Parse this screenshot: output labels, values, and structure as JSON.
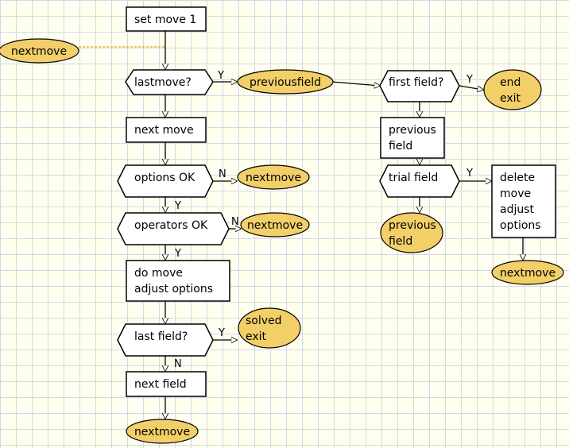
{
  "nodes": {
    "set_move_1": {
      "lines": [
        "set move 1"
      ]
    },
    "nextmove_entry": {
      "lines": [
        "nextmove"
      ]
    },
    "lastmove_q": {
      "lines": [
        "lastmove?"
      ]
    },
    "previousfield_1": {
      "lines": [
        "previousfield"
      ]
    },
    "first_field_q": {
      "lines": [
        "first field?"
      ]
    },
    "end_exit": {
      "lines": [
        "end",
        "exit"
      ]
    },
    "next_move": {
      "lines": [
        "next move"
      ]
    },
    "previous_field_box": {
      "lines": [
        "previous",
        "field"
      ]
    },
    "options_ok_q": {
      "lines": [
        "options OK"
      ]
    },
    "nextmove_options": {
      "lines": [
        "nextmove"
      ]
    },
    "trial_field_q": {
      "lines": [
        "trial field"
      ]
    },
    "delete_move_box": {
      "lines": [
        "delete",
        "move",
        "adjust",
        "options"
      ]
    },
    "operators_ok_q": {
      "lines": [
        "operators OK"
      ]
    },
    "nextmove_operators": {
      "lines": [
        "nextmove"
      ]
    },
    "previous_field_term": {
      "lines": [
        "previous",
        "field"
      ]
    },
    "nextmove_delete": {
      "lines": [
        "nextmove"
      ]
    },
    "do_move_box": {
      "lines": [
        "do move",
        "adjust options"
      ]
    },
    "last_field_q": {
      "lines": [
        "last field?"
      ]
    },
    "solved_exit": {
      "lines": [
        "solved",
        "exit"
      ]
    },
    "next_field_box": {
      "lines": [
        "next field"
      ]
    },
    "nextmove_final": {
      "lines": [
        "nextmove"
      ]
    }
  },
  "branch_labels": {
    "lastmove_yes": "Y",
    "first_field_yes": "Y",
    "options_no": "N",
    "options_yes": "Y",
    "trial_yes": "Y",
    "operators_no": "N",
    "operators_yes": "Y",
    "last_field_yes": "Y",
    "last_field_no": "N"
  },
  "colors": {
    "terminal_fill": "#f3cf69",
    "grid_line": "#d6d6ea",
    "background": "#fffff0",
    "connector_dashed": "#f0a030"
  }
}
